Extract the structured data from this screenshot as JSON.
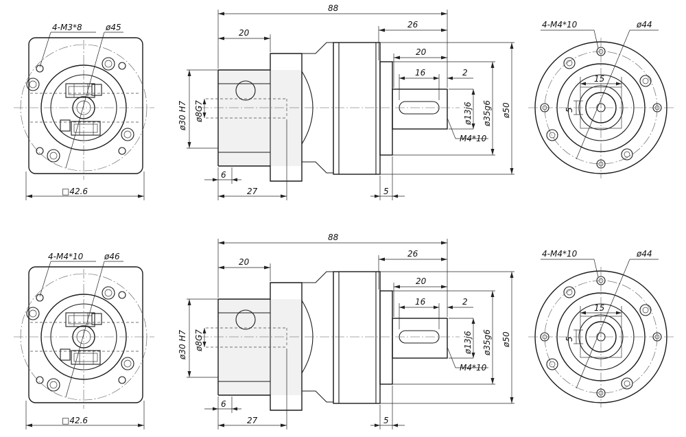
{
  "views": [
    {
      "flange": {
        "holes_label": "4-M3*8",
        "pcd_label": "ø45",
        "square_label": "□42.6"
      },
      "side": {
        "overall_length": "88",
        "input_depth": "20",
        "shaft_length": "26",
        "shaft_keyway": "20",
        "key_length": "16",
        "key_offset": "2",
        "bore_dia": "ø30 H7",
        "input_dia": "ø8G7",
        "shaft_dia": "ø13j6",
        "pilot_dia": "ø35g6",
        "housing_dia": "ø50",
        "tap_label": "M4*10",
        "flange_thk": "6",
        "flange_len": "27",
        "spigot_len": "5"
      },
      "output": {
        "holes_label": "4-M4*10",
        "pcd_label": "ø44",
        "key_width": "15",
        "key_height": "5"
      }
    },
    {
      "flange": {
        "holes_label": "4-M4*10",
        "pcd_label": "ø46",
        "square_label": "□42.6"
      },
      "side": {
        "overall_length": "88",
        "input_depth": "20",
        "shaft_length": "26",
        "shaft_keyway": "20",
        "key_length": "16",
        "key_offset": "2",
        "bore_dia": "ø30 H7",
        "input_dia": "ø8G7",
        "shaft_dia": "ø13j6",
        "pilot_dia": "ø35g6",
        "housing_dia": "ø50",
        "tap_label": "M4*10",
        "flange_thk": "6",
        "flange_len": "27",
        "spigot_len": "5"
      },
      "output": {
        "holes_label": "4-M4*10",
        "pcd_label": "ø44",
        "key_width": "15",
        "key_height": "5"
      }
    }
  ]
}
